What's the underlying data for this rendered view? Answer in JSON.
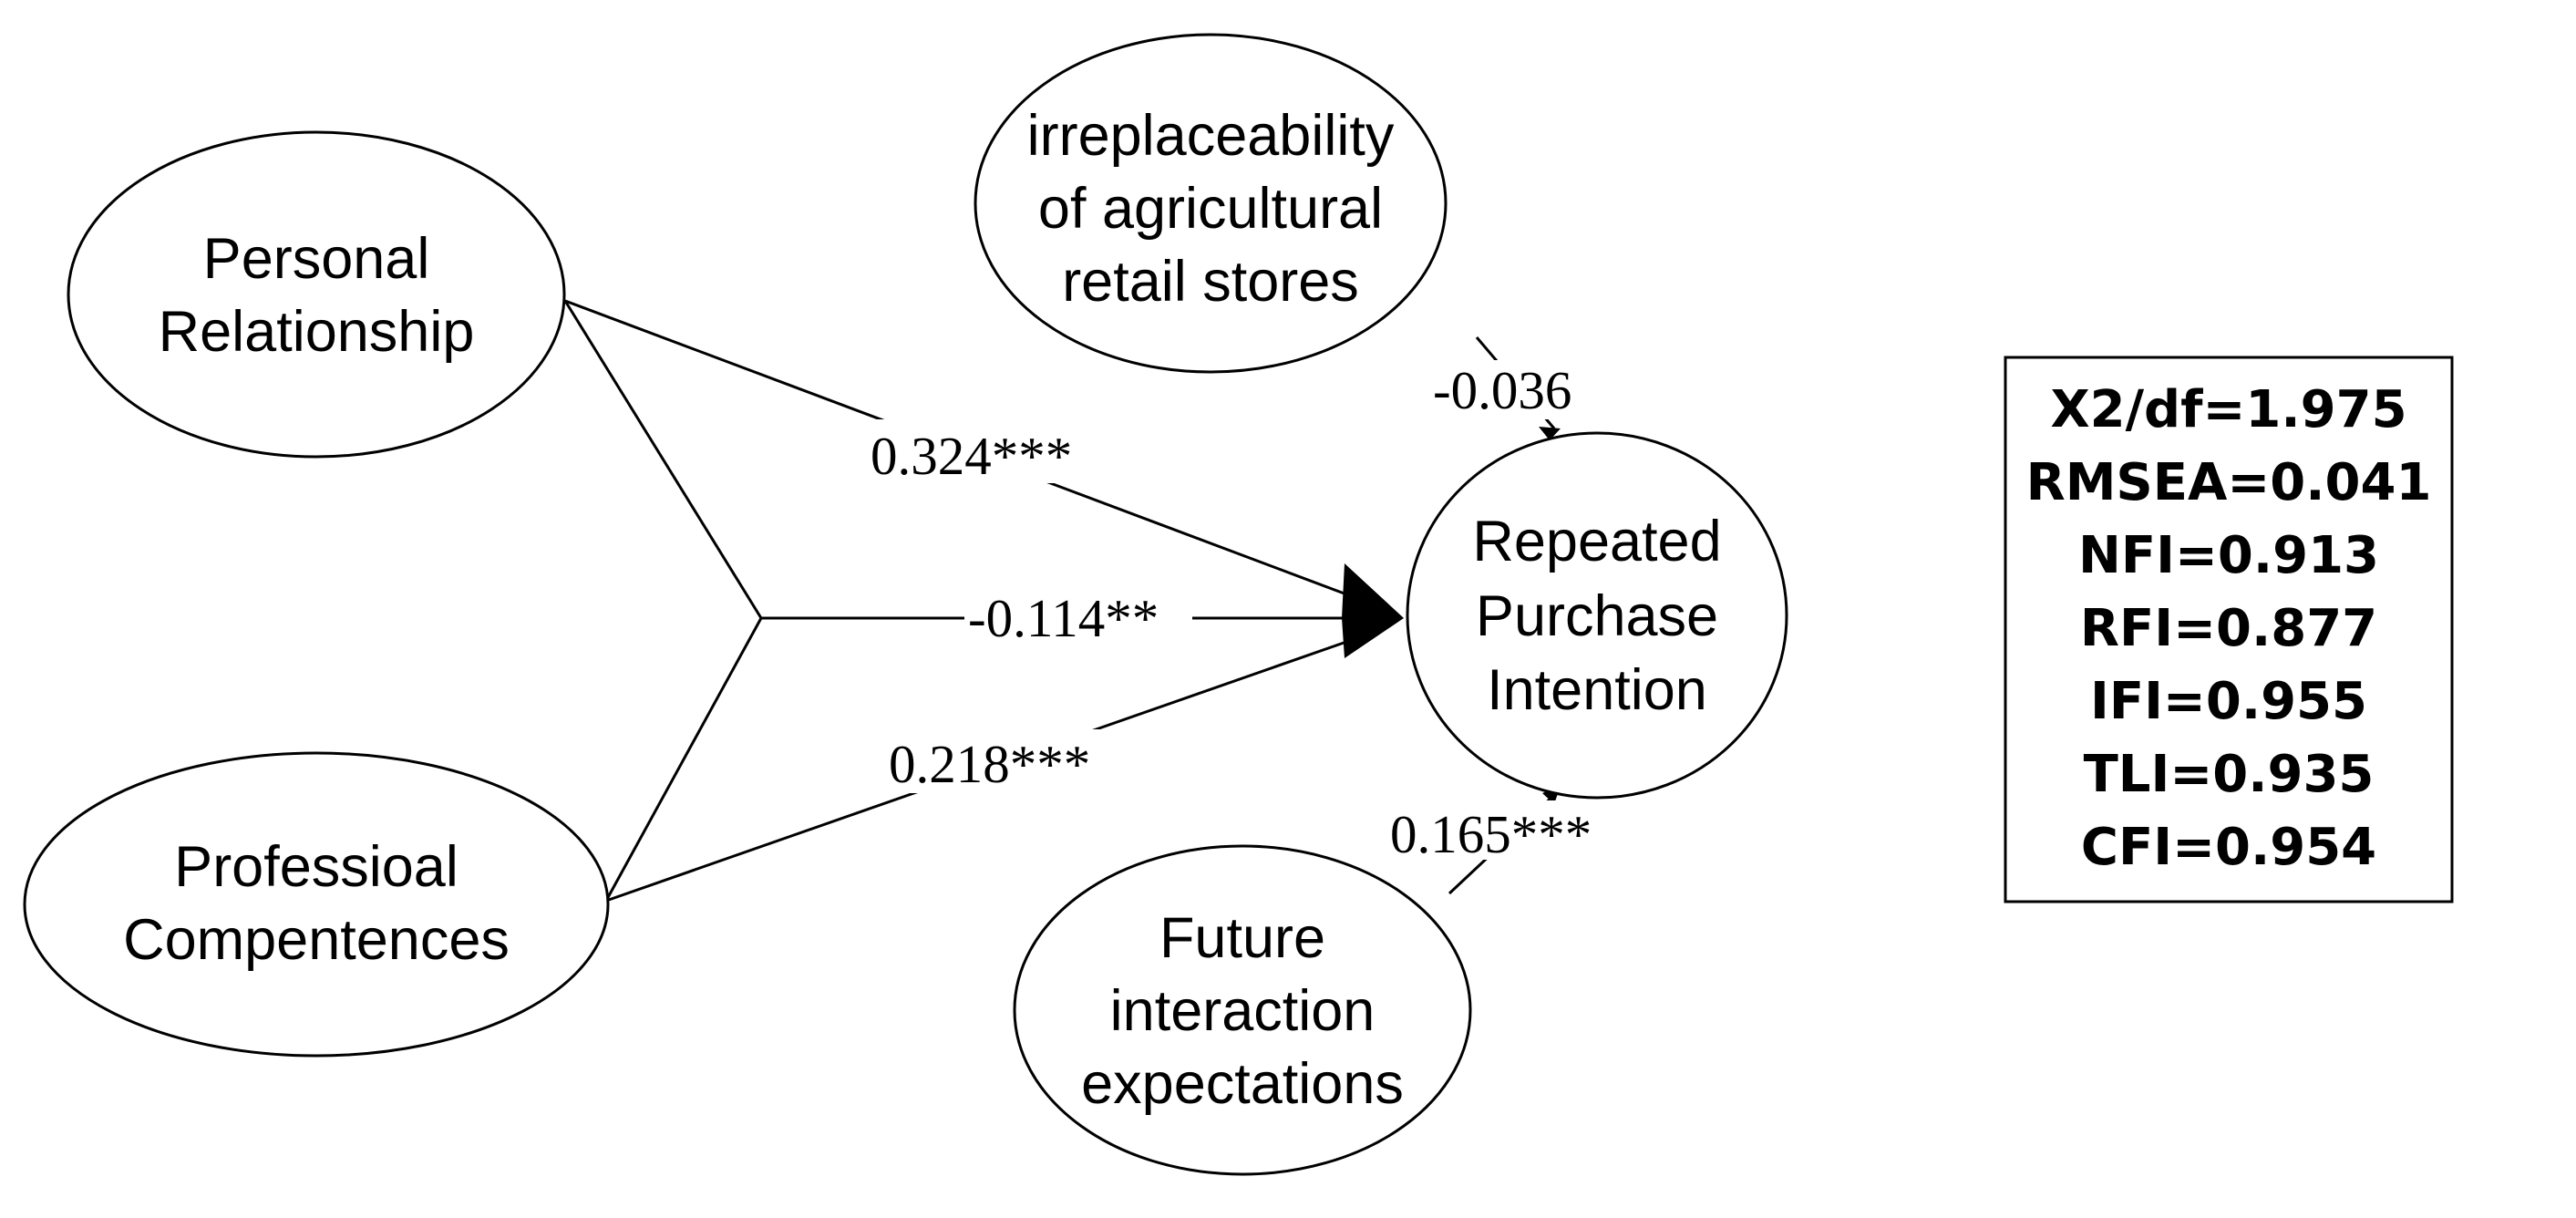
{
  "nodes": {
    "personal_relationship": [
      "Personal",
      "Relationship"
    ],
    "professional_competences": [
      "Professioal",
      "Compentences"
    ],
    "irreplaceability": [
      "irreplaceability",
      "of agricultural",
      "retail stores"
    ],
    "repeated_purchase_intention": [
      "Repeated",
      "Purchase",
      "Intention"
    ],
    "future_interaction": [
      "Future",
      "interaction",
      "expectations"
    ]
  },
  "paths": {
    "personal_to_rpi": "0.324***",
    "interaction_to_rpi": "-0.114**",
    "professional_to_rpi": "0.218***",
    "irreplaceability_to_rpi": "-0.036",
    "future_to_rpi": "0.165***"
  },
  "fit_indices": [
    "X2/df=1.975",
    "RMSEA=0.041",
    "NFI=0.913",
    "RFI=0.877",
    "IFI=0.955",
    "TLI=0.935",
    "CFI=0.954"
  ]
}
